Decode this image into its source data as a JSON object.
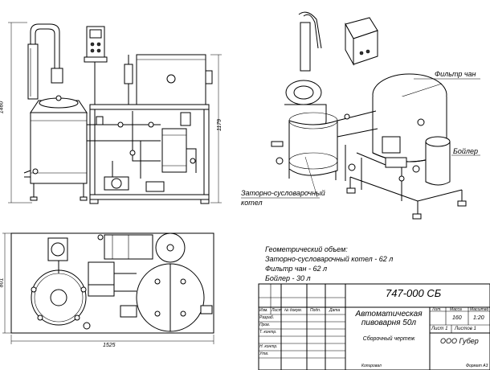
{
  "dimensions": {
    "height_left": "1460",
    "height_right": "1179",
    "width_bottom": "1525",
    "depth_left": "801"
  },
  "callouts": {
    "filter_tun": "Фильтр чан",
    "boiler": "Бойлер",
    "mash_kettle_line1": "Заторно-сусловарочный",
    "mash_kettle_line2": "котел"
  },
  "specs": {
    "heading": "Геометрический объем:",
    "lines": [
      "Заторно-сусловарочный котел - 62 л",
      "Фильтр чан - 62 л",
      "Бойлер - 30 л"
    ]
  },
  "title_block": {
    "doc_number": "747-000 СБ",
    "title_line1": "Автоматическая",
    "title_line2": "пивоварня 50л",
    "doc_type": "Сборочный чертеж",
    "col_headers": [
      "Изм.",
      "Лист",
      "№ докум.",
      "Подп.",
      "Дата"
    ],
    "row_labels": [
      "Разраб.",
      "Пров.",
      "Т. контр.",
      "Н. контр.",
      "Утв."
    ],
    "lit_label": "Лит.",
    "mass_label": "Масса",
    "scale_label": "Масштаб",
    "mass_value": "160",
    "scale_value": "1:20",
    "sheet_label": "Лист 1",
    "sheets_label": "Листов 1",
    "company": "ООО Губер",
    "copied": "Копировал",
    "format": "Формат А3"
  }
}
